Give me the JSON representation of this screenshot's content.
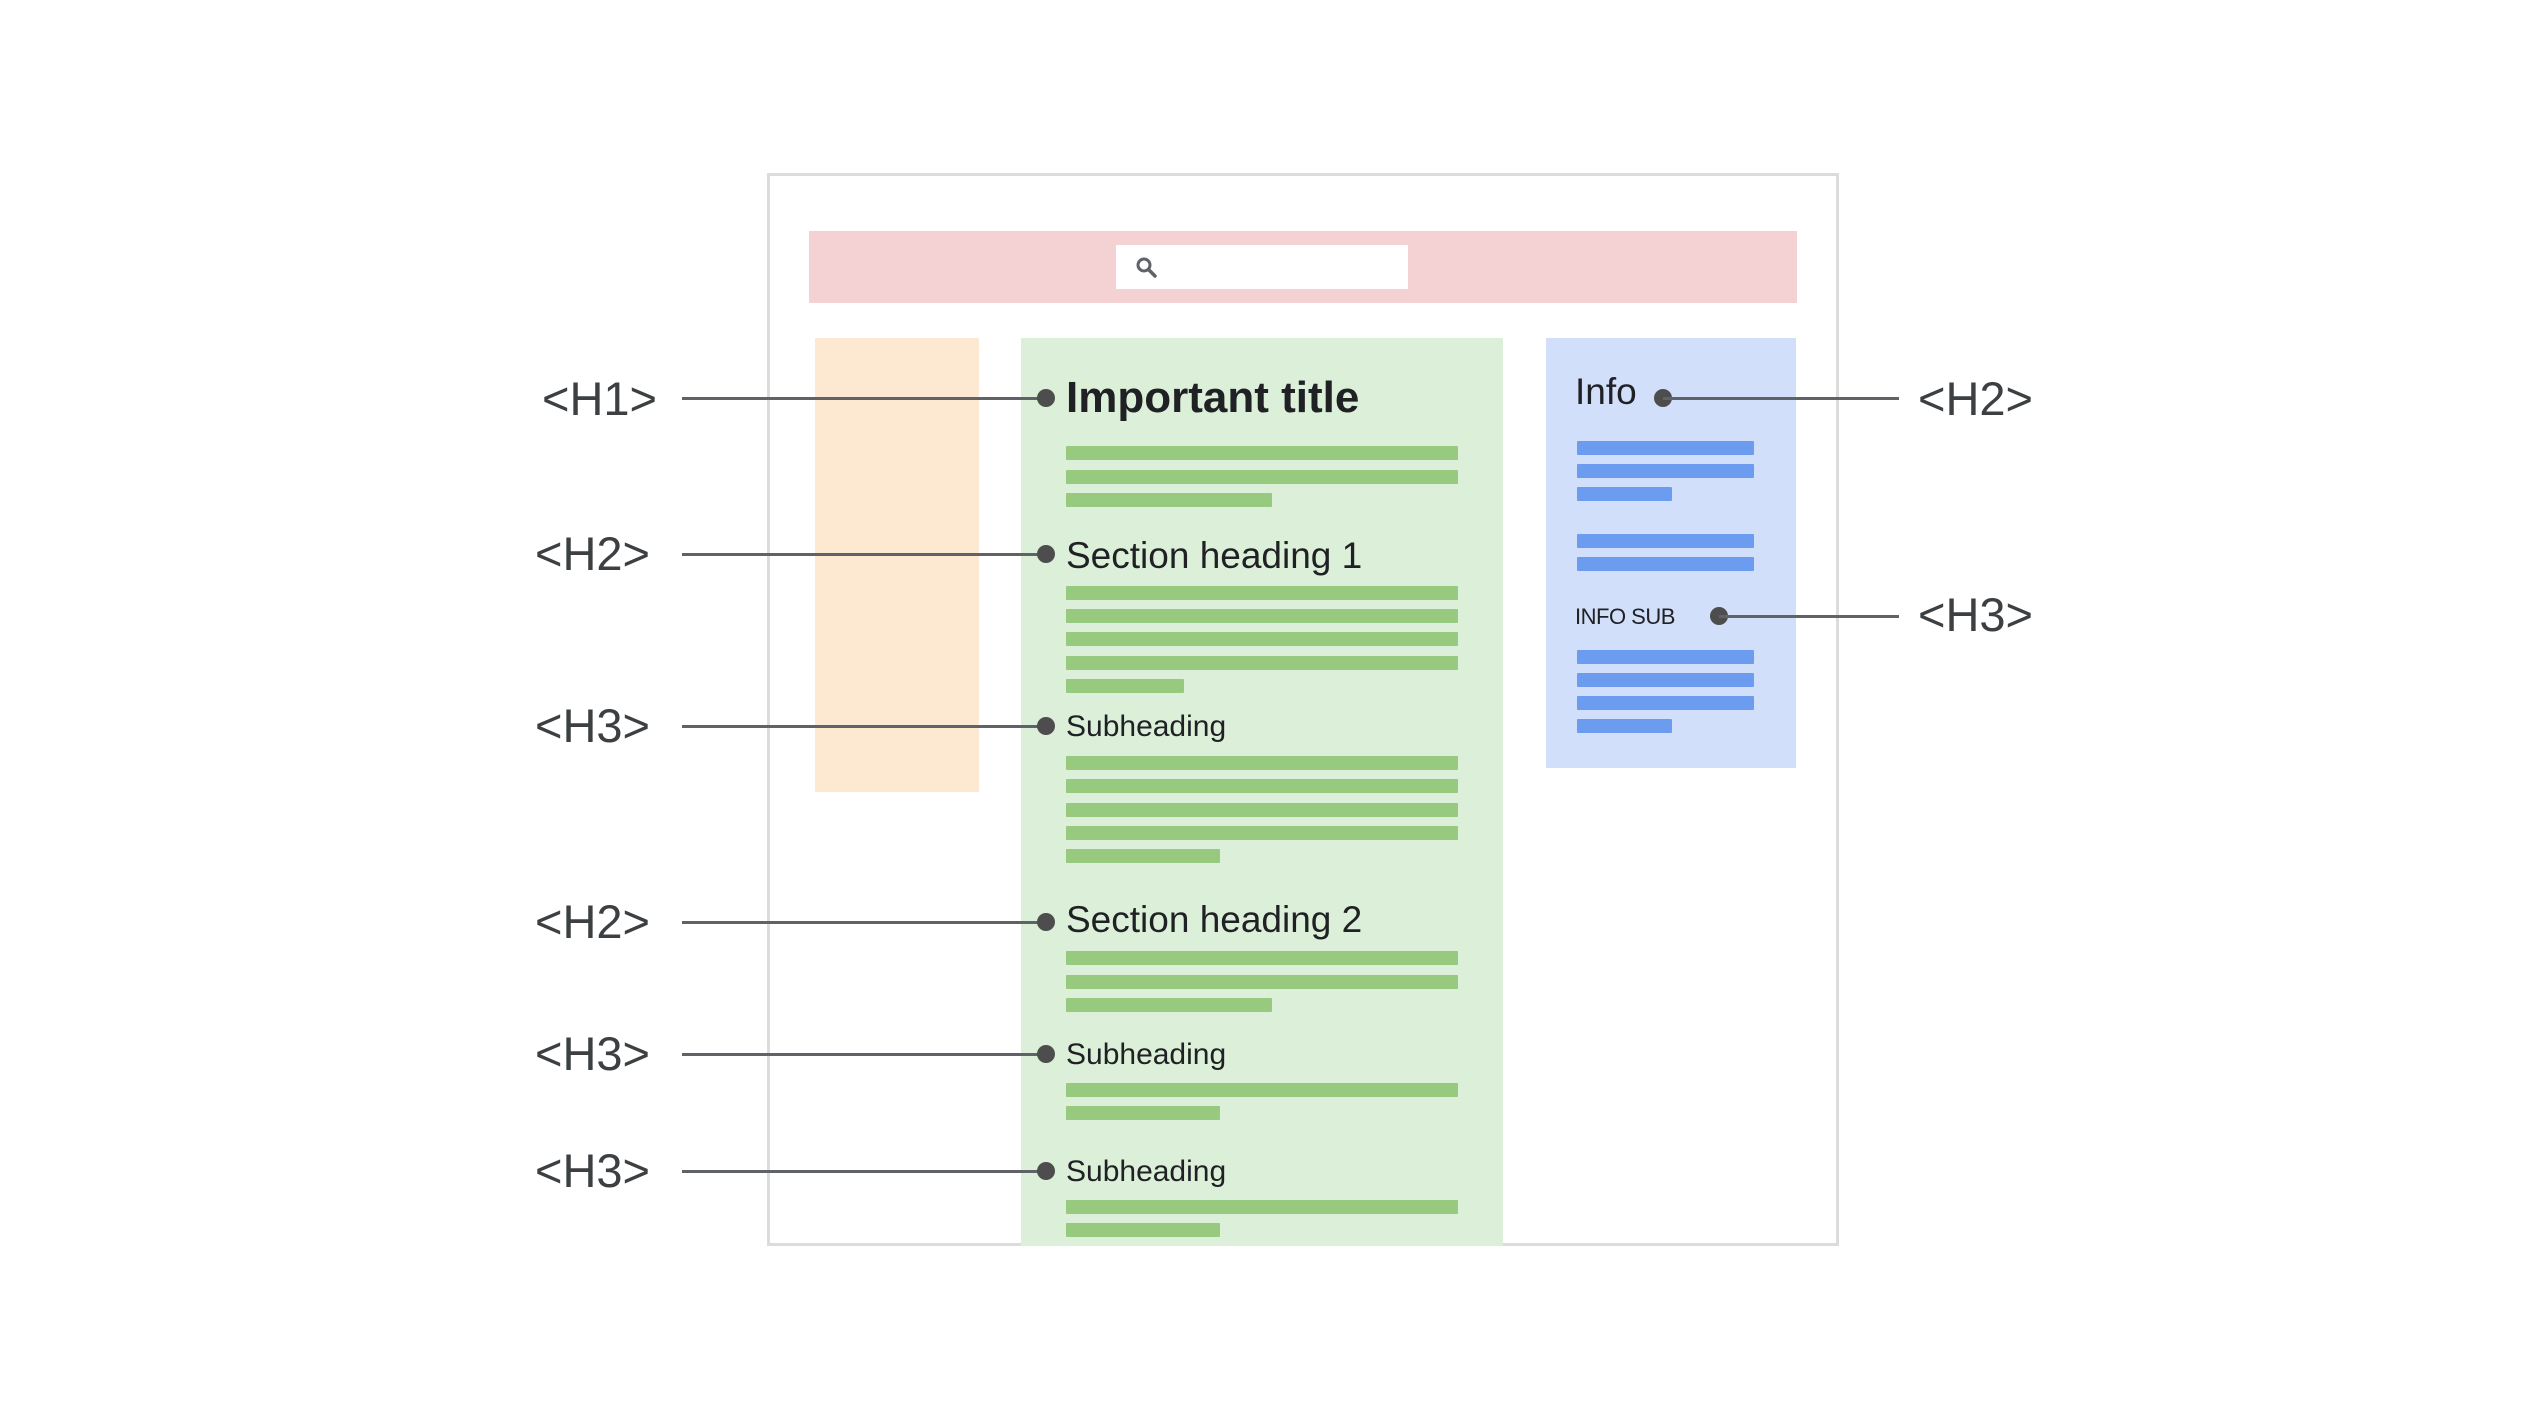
{
  "page": {
    "title": "Important title",
    "sections": [
      {
        "heading": "Section heading 1",
        "subheadings": [
          "Subheading"
        ]
      },
      {
        "heading": "Section heading 2",
        "subheadings": [
          "Subheading",
          "Subheading"
        ]
      }
    ]
  },
  "sidebar": {
    "heading": "Info",
    "subheading": "INFO SUB"
  },
  "labels": {
    "h1": "<H1>",
    "h2": "<H2>",
    "h3": "<H3>"
  },
  "colors": {
    "header": "#f4d2d3",
    "left_column": "#fde8d2",
    "main_column": "#dcefd9",
    "info_column": "#d2dffa",
    "text_lines_main": "#97c97e",
    "text_lines_info": "#6c9cf0"
  },
  "icons": {
    "search": "search-icon"
  }
}
